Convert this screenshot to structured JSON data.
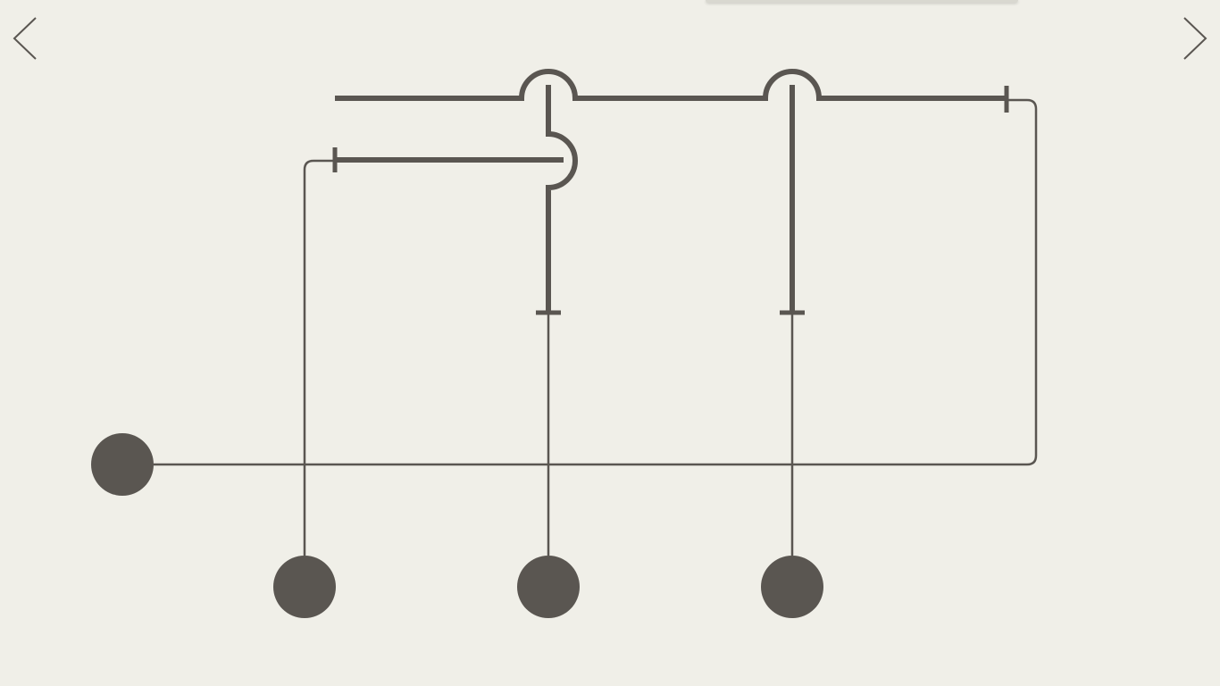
{
  "colors": {
    "background": "#f0efe8",
    "ink": "#5a5651",
    "top_bar": "#d9d8d0"
  },
  "navigation": {
    "previous_icon": "chevron-left-icon",
    "next_icon": "chevron-right-icon"
  },
  "puzzle": {
    "source_node_count": 1,
    "output_node_count": 3,
    "switch_count": 3,
    "crossing_count": 3
  }
}
